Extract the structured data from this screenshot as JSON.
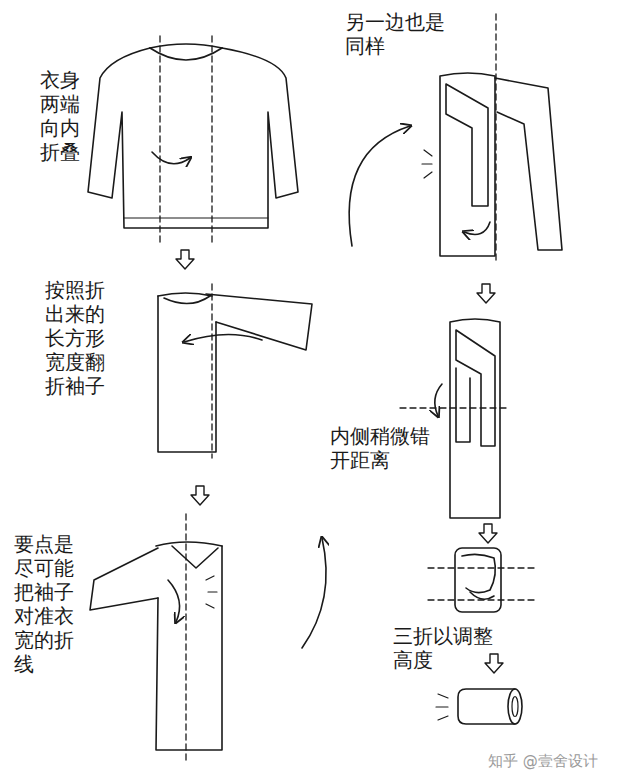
{
  "diagram": {
    "labels": [
      "衣身 两端 向内 折叠",
      "按照折 出来的 长方形 宽度翻 折袖子",
      "要点是 尽可能 把袖子 对准衣 宽的折 线",
      "另一边也是 同样",
      "内侧稍微错 开距离",
      "三折以调整 高度",
      "知乎 @壹舍设计"
    ]
  }
}
